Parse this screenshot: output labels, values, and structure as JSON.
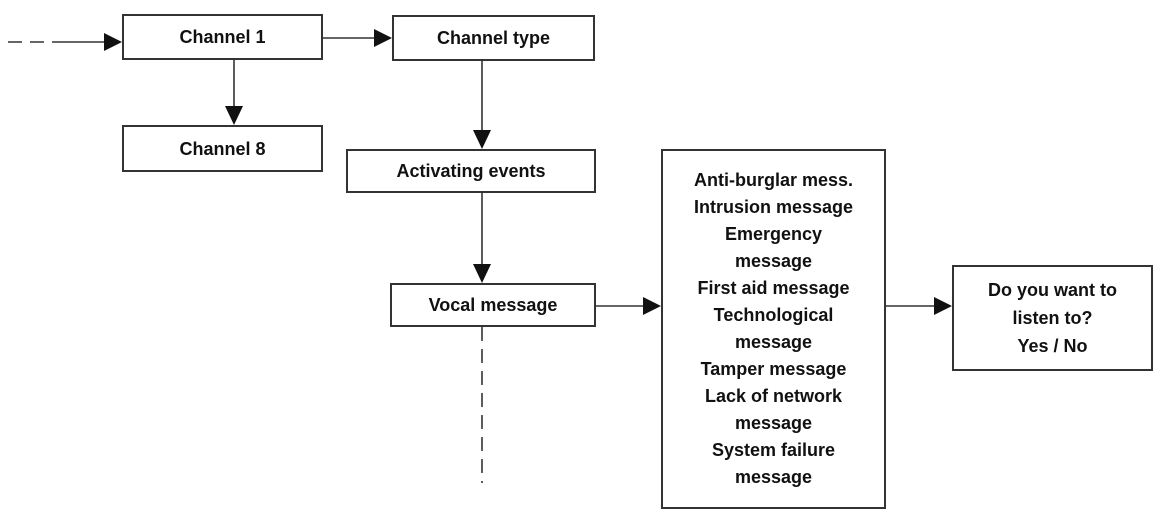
{
  "nodes": {
    "channel_1": "Channel 1",
    "channel_type": "Channel type",
    "channel_8": "Channel 8",
    "activating_events": "Activating events",
    "vocal_message": "Vocal message",
    "message_types": [
      "Anti-burglar mess.",
      "Intrusion message",
      "Emergency",
      "message",
      "First aid message",
      "Technological",
      "message",
      "Tamper message",
      "Lack of network",
      "message",
      "System failure",
      "message"
    ],
    "listen_prompt": [
      "Do you want to",
      "listen to?",
      "Yes / No"
    ]
  }
}
